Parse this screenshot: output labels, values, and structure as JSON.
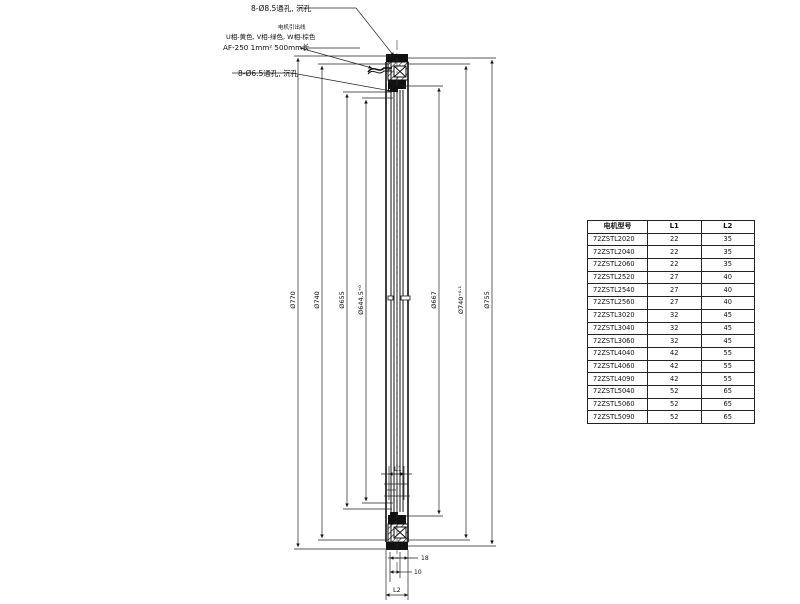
{
  "callouts": {
    "screw_outer": "8-Ø8.5通孔, 沉孔",
    "cable_title": "电机引出线",
    "cable_colors": "U相-黄色, V相-绿色, W相-棕色",
    "cable_spec": "AF-250 1mm² 500mm长",
    "screw_inner": "8-Ø6.5通孔, 沉孔"
  },
  "dimensions": {
    "d770": "Ø770",
    "d740": "Ø740",
    "d655": "Ø655",
    "d644": "Ø644.5⁺⁰",
    "d667": "Ø667",
    "d740tol": "Ø740⁺⁰·¹",
    "d755": "Ø755",
    "l1": "L1",
    "l2": "L2",
    "d18": "18",
    "d10": "10"
  },
  "table": {
    "headers": [
      "电机型号",
      "L1",
      "L2"
    ],
    "rows": [
      [
        "72ZSTL2020",
        "22",
        "35"
      ],
      [
        "72ZSTL2040",
        "22",
        "35"
      ],
      [
        "72ZSTL2060",
        "22",
        "35"
      ],
      [
        "72ZSTL2520",
        "27",
        "40"
      ],
      [
        "72ZSTL2540",
        "27",
        "40"
      ],
      [
        "72ZSTL2560",
        "27",
        "40"
      ],
      [
        "72ZSTL3020",
        "32",
        "45"
      ],
      [
        "72ZSTL3040",
        "32",
        "45"
      ],
      [
        "72ZSTL3060",
        "32",
        "45"
      ],
      [
        "72ZSTL4040",
        "42",
        "55"
      ],
      [
        "72ZSTL4060",
        "42",
        "55"
      ],
      [
        "72ZSTL4090",
        "42",
        "55"
      ],
      [
        "72ZSTL5040",
        "52",
        "65"
      ],
      [
        "72ZSTL5060",
        "52",
        "65"
      ],
      [
        "72ZSTL5090",
        "52",
        "65"
      ]
    ]
  }
}
